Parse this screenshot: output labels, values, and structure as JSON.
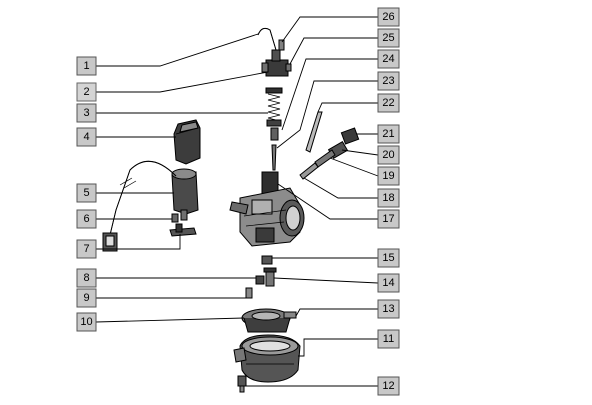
{
  "diagram": {
    "callouts_left": [
      "1",
      "2",
      "3",
      "4",
      "5",
      "6",
      "7",
      "8",
      "9",
      "10"
    ],
    "callouts_right": [
      "26",
      "25",
      "24",
      "23",
      "22",
      "21",
      "20",
      "19",
      "18",
      "17",
      "15",
      "14",
      "13",
      "11",
      "12"
    ],
    "colors": {
      "callout_fill": "#c8c8c8",
      "line": "#000000",
      "part_dark": "#2a2a2a",
      "part_gray": "#9a9a9a",
      "background": "#ffffff"
    }
  }
}
